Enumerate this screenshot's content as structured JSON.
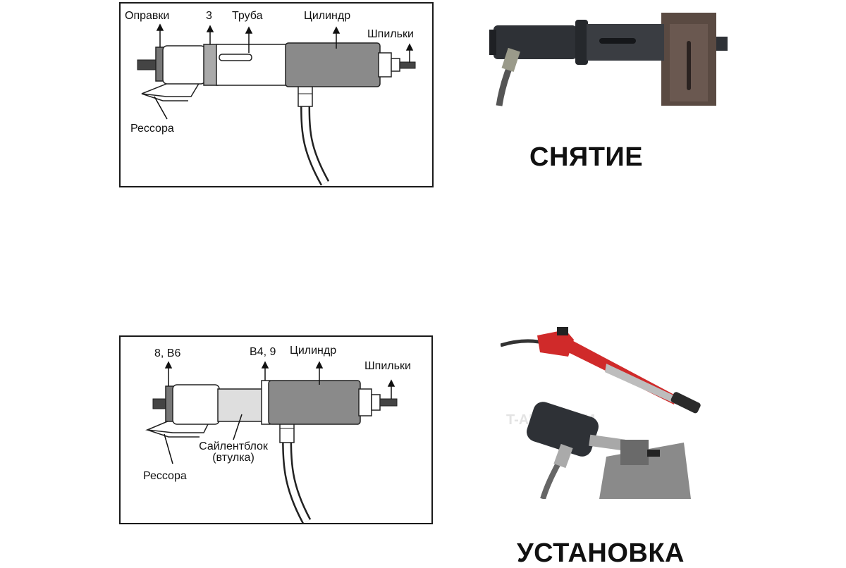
{
  "removal": {
    "labels": {
      "mandrels": "Оправки",
      "ring": "3",
      "tube": "Труба",
      "cylinder": "Цилиндр",
      "studs": "Шпильки",
      "spring": "Рессора"
    },
    "caption": "СНЯТИЕ"
  },
  "installation": {
    "labels": {
      "mandrels": "8, В6",
      "ring": "В4, 9",
      "cylinder": "Цилиндр",
      "studs": "Шпильки",
      "bushing": "Сайлентблок (втулка)",
      "spring": "Рессора"
    },
    "caption": "УСТАНОВКА",
    "watermark": "T-AUTO.COM"
  },
  "colors": {
    "cylinder": "#8a8a8a",
    "pump_red": "#d02a2a",
    "tool_dark": "#2e3136",
    "frame_rust": "#5a4a42"
  },
  "icons": [
    "arrow-up-icon"
  ]
}
